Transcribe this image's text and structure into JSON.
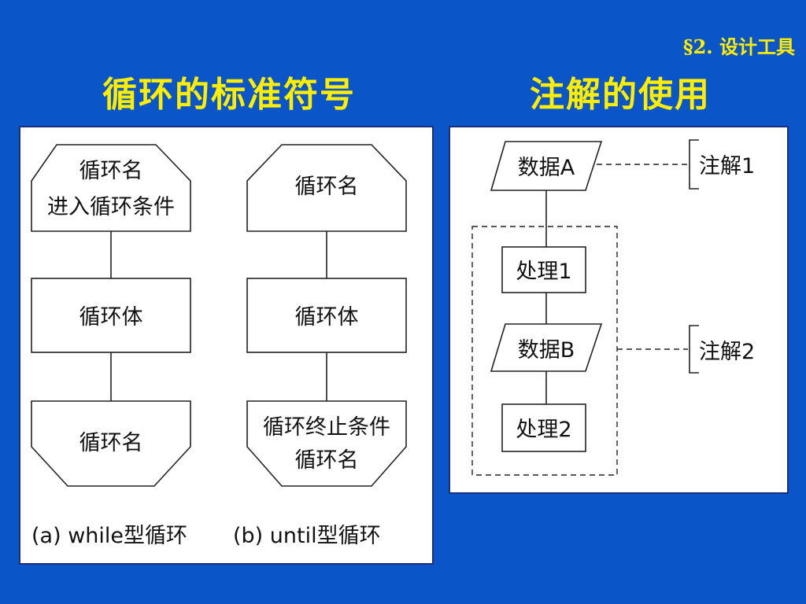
{
  "section_tag": "§2. 设计工具",
  "headings": {
    "loop_symbols": "循环的标准符号",
    "annotation_use": "注解的使用"
  },
  "loop_diagram": {
    "while": {
      "top_line1": "循环名",
      "top_line2": "进入循环条件",
      "body": "循环体",
      "bottom": "循环名",
      "caption": "(a) while型循环"
    },
    "until": {
      "top": "循环名",
      "body": "循环体",
      "bottom_line1": "循环终止条件",
      "bottom_line2": "循环名",
      "caption": "(b) until型循环"
    }
  },
  "annotation_diagram": {
    "data_a": "数据A",
    "process_1": "处理1",
    "data_b": "数据B",
    "process_2": "处理2",
    "note_1": "注解1",
    "note_2": "注解2"
  }
}
